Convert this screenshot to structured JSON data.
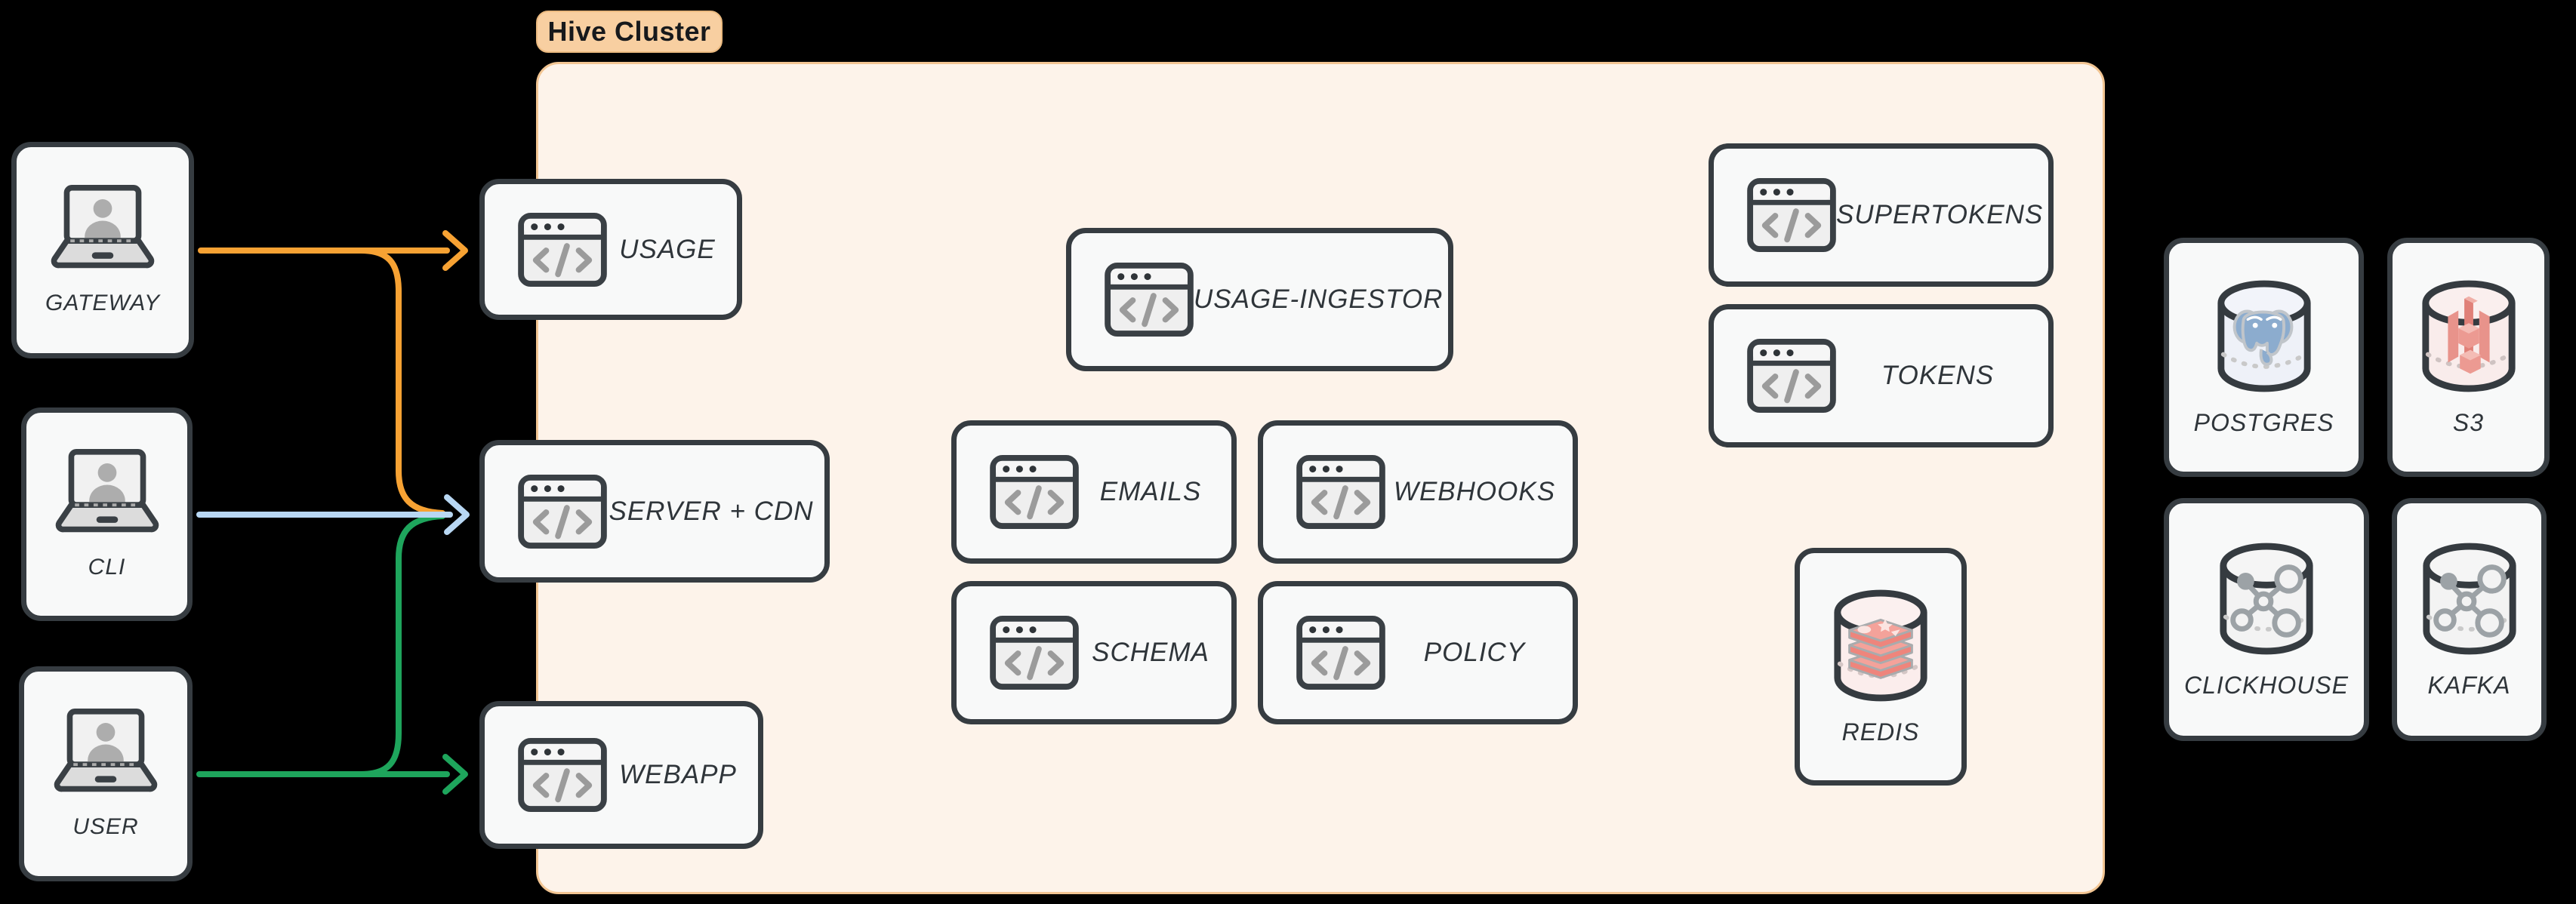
{
  "page": {
    "background": "#000000"
  },
  "cluster": {
    "label": "Hive Cluster"
  },
  "colors": {
    "arrow-orange": "#F7A233",
    "arrow-blue": "#B8D7F3",
    "arrow-green": "#1EA55C",
    "node-bg": "#F8F9F9",
    "node-border": "#363C41",
    "label-ink": "#2F353A",
    "cluster-bg": "#FDF3EA",
    "cluster-border": "#F2C593",
    "badge-bg": "#F8CFA1",
    "badge-border": "#EBBA80",
    "badge-ink": "#17191C",
    "icon-gray": "#9B9B9B"
  },
  "nodes": {
    "gateway": {
      "label": "GATEWAY",
      "icon": "laptop-user-icon"
    },
    "cli": {
      "label": "CLI",
      "icon": "laptop-user-icon"
    },
    "user": {
      "label": "USER",
      "icon": "laptop-user-icon"
    },
    "usage": {
      "label": "USAGE",
      "icon": "code-window-icon"
    },
    "server_cdn": {
      "label": "SERVER + CDN",
      "icon": "code-window-icon"
    },
    "webapp": {
      "label": "WEBAPP",
      "icon": "code-window-icon"
    },
    "usage_ingestor": {
      "label": "USAGE-INGESTOR",
      "icon": "code-window-icon"
    },
    "emails": {
      "label": "EMAILS",
      "icon": "code-window-icon"
    },
    "webhooks": {
      "label": "WEBHOOKS",
      "icon": "code-window-icon"
    },
    "schema": {
      "label": "SCHEMA",
      "icon": "code-window-icon"
    },
    "policy": {
      "label": "POLICY",
      "icon": "code-window-icon"
    },
    "supertokens": {
      "label": "SUPERTOKENS",
      "icon": "code-window-icon"
    },
    "tokens": {
      "label": "TOKENS",
      "icon": "code-window-icon"
    },
    "redis": {
      "label": "REDIS",
      "icon": "redis-database-icon"
    },
    "postgres": {
      "label": "POSTGRES",
      "icon": "postgres-database-icon"
    },
    "s3": {
      "label": "S3",
      "icon": "s3-database-icon"
    },
    "clickhouse": {
      "label": "CLICKHOUSE",
      "icon": "molecule-database-icon"
    },
    "kafka": {
      "label": "KAFKA",
      "icon": "molecule-database-icon"
    }
  },
  "edges": [
    {
      "from": "GATEWAY",
      "to": "USAGE",
      "color": "#F7A233"
    },
    {
      "from": "GATEWAY",
      "to": "SERVER + CDN",
      "color": "#F7A233"
    },
    {
      "from": "CLI",
      "to": "SERVER + CDN",
      "color": "#B8D7F3"
    },
    {
      "from": "USER",
      "to": "SERVER + CDN",
      "color": "#1EA55C"
    },
    {
      "from": "USER",
      "to": "WEBAPP",
      "color": "#1EA55C"
    }
  ]
}
